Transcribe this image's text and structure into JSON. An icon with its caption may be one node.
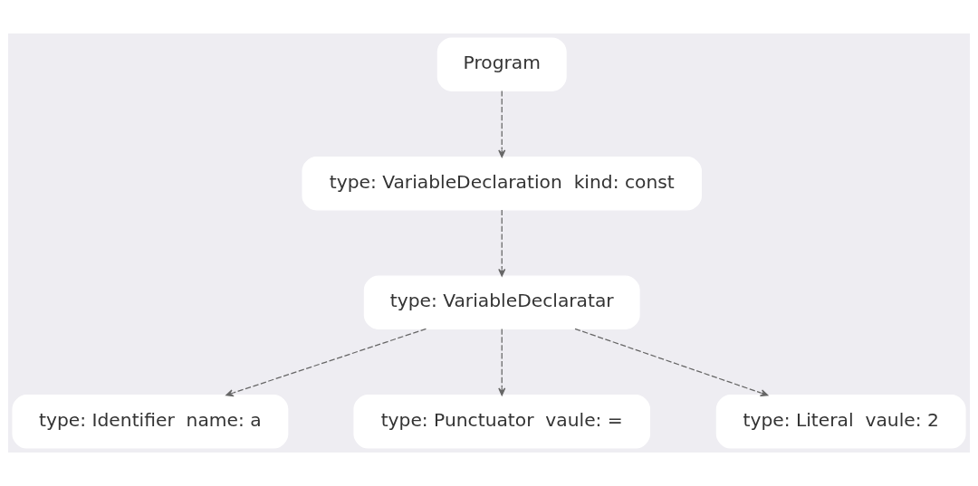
{
  "diagram": {
    "nodes": [
      {
        "text": [
          "Program"
        ]
      },
      {
        "text": [
          "type: VariableDeclaration  kind: const"
        ]
      },
      {
        "text": [
          "type: VariableDeclaratar"
        ]
      },
      {
        "text": [
          "type: Identifier  name: a"
        ]
      },
      {
        "text": [
          "type: Punctuator  vaule: ="
        ]
      },
      {
        "text": [
          "type: Literal  vaule: 2"
        ]
      }
    ],
    "edges": [
      {
        "from": 0,
        "to": 1,
        "arrow": "to",
        "style": "dashed"
      },
      {
        "from": 1,
        "to": 2,
        "arrow": "to",
        "style": "dashed"
      },
      {
        "from": 2,
        "to": 3,
        "arrow": "to",
        "style": "dashed"
      },
      {
        "from": 2,
        "to": 4,
        "arrow": "to",
        "style": "dashed"
      },
      {
        "from": 2,
        "to": 5,
        "arrow": "to",
        "style": "dashed"
      }
    ]
  }
}
